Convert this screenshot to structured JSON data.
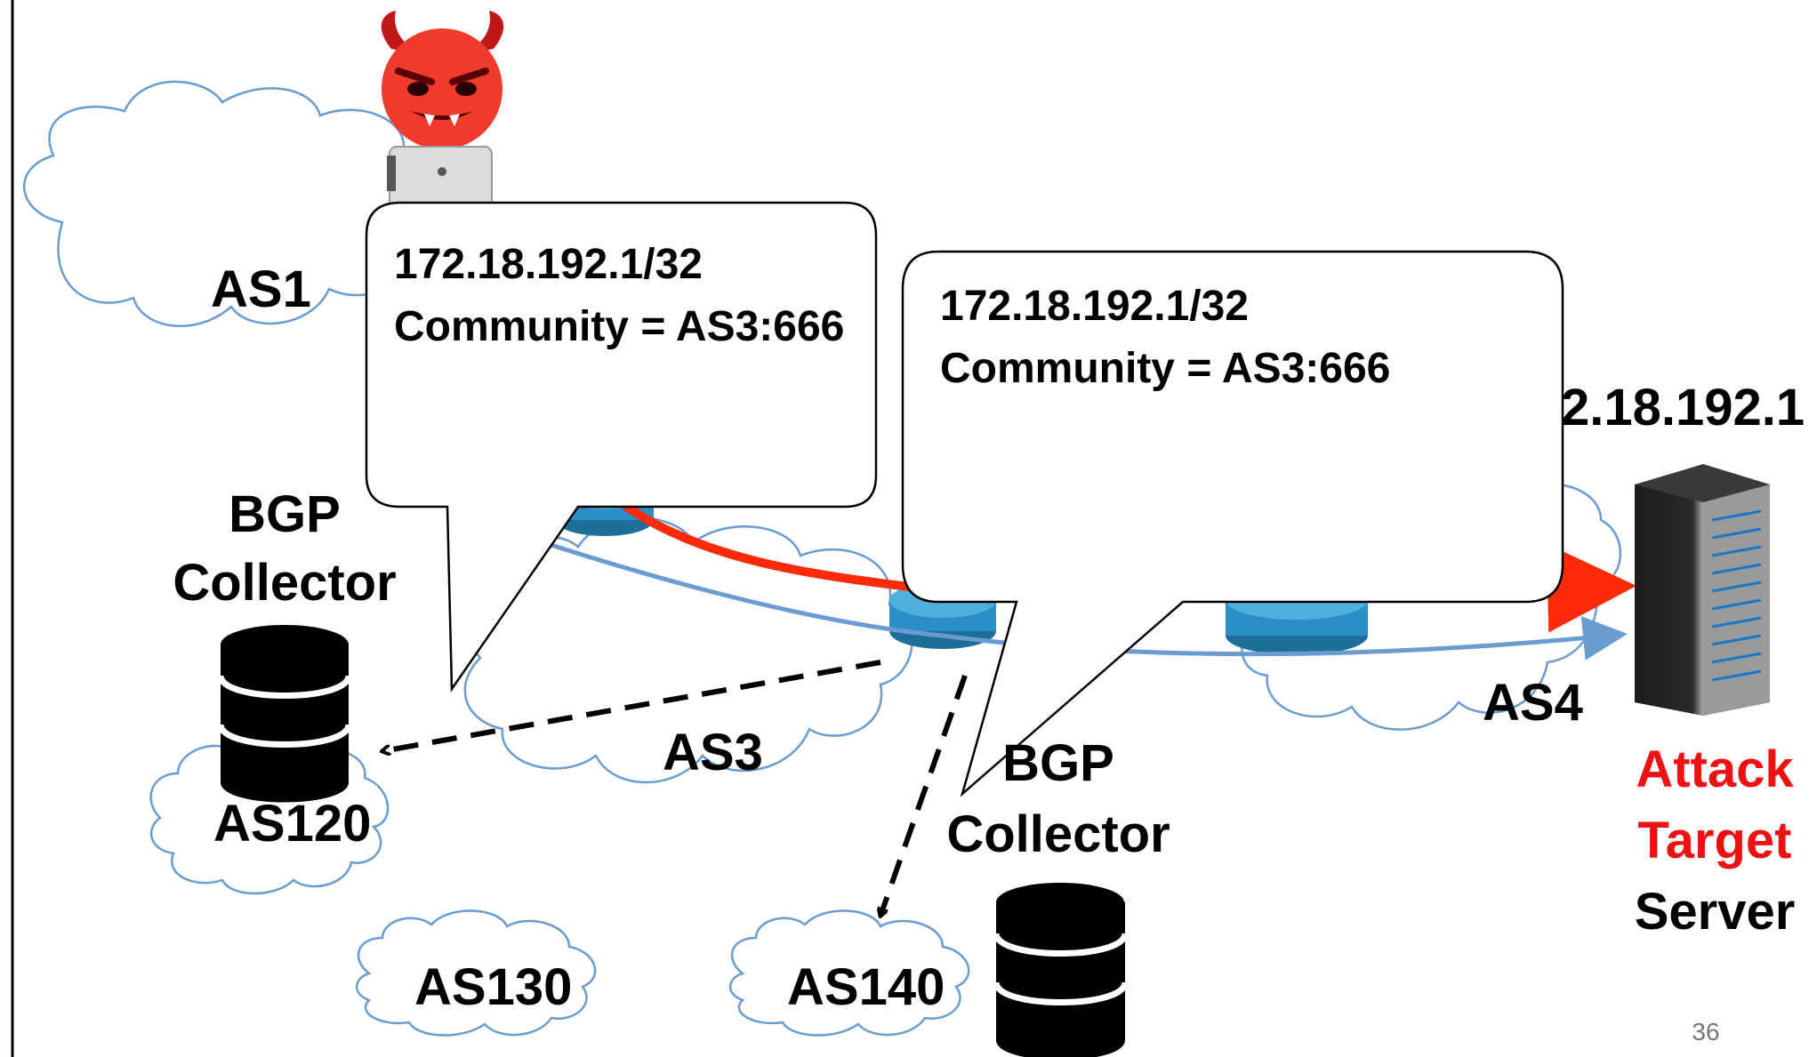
{
  "as_labels": {
    "as1": "AS1",
    "as3": "AS3",
    "as4": "AS4",
    "as120": "AS120",
    "as130": "AS130",
    "as140": "AS140"
  },
  "collectors": {
    "left": {
      "line1": "BGP",
      "line2": "Collector"
    },
    "right": {
      "line1": "BGP",
      "line2": "Collector"
    }
  },
  "callouts": [
    {
      "prefix": "172.18.192.1/32",
      "community": "Community = AS3:666"
    },
    {
      "prefix": "172.18.192.1/32",
      "community": "Community = AS3:666"
    }
  ],
  "target": {
    "ip_partial": "2.18.192.1",
    "line1": "Attack",
    "line2": "Target",
    "line3": "Server"
  },
  "page_number": "36",
  "colors": {
    "attack_path": "#ff2a0a",
    "legit_path": "#6a9bd1",
    "cloud_stroke": "#6a9bd1",
    "router": "#2a8fc4",
    "attack_text": "#ee1111"
  },
  "icons": [
    "devil-attacker-icon",
    "laptop-icon",
    "router-icon",
    "database-icon",
    "server-icon"
  ]
}
